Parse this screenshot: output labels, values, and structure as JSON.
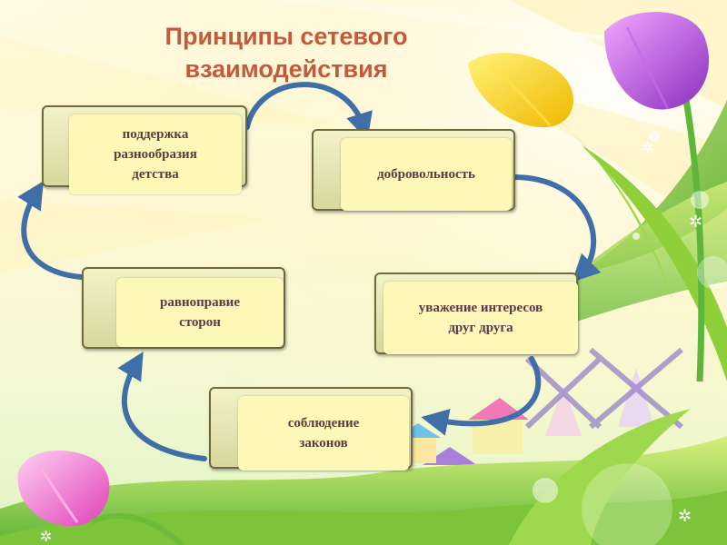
{
  "title": "Принципы сетевого\nвзаимодействия",
  "nodes": [
    {
      "label": "поддержка\nразнообразия\nдетства"
    },
    {
      "label": "добровольность"
    },
    {
      "label": "уважение интересов\nдруг друга"
    },
    {
      "label": "соблюдение\nзаконов"
    },
    {
      "label": "равноправие\nсторон"
    }
  ],
  "footer": "",
  "colors": {
    "title": "#c45a3a",
    "arrow": "#3f6fa6",
    "box_fill": "#fdf8b8",
    "box_border": "#6d6a3e",
    "label": "#5a3a44"
  }
}
